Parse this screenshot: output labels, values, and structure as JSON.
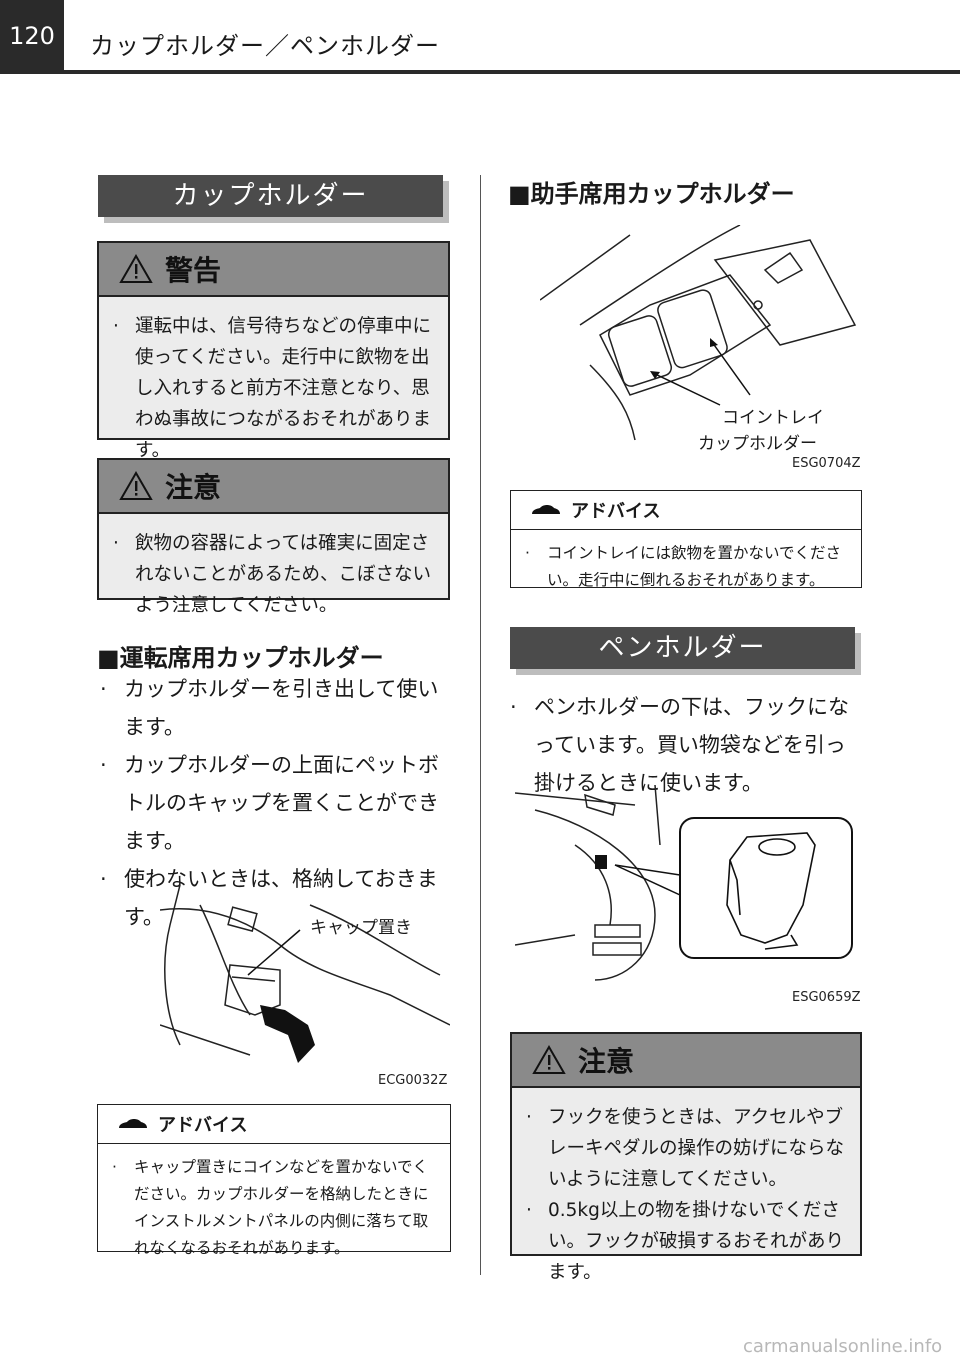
{
  "header": {
    "page_number": "120",
    "title": "カップホルダー／ペンホルダー"
  },
  "left": {
    "banner": "カップホルダー",
    "warning": {
      "title": "警告",
      "items": [
        "運転中は、信号待ちなどの停車中に使ってください。走行中に飲物を出し入れすると前方不注意となり、思わぬ事故につながるおそれがあります。"
      ]
    },
    "caution": {
      "title": "注意",
      "items": [
        "飲物の容器によっては確実に固定されないことがあるため、こぼさないよう注意してください。"
      ]
    },
    "driver_heading": "■運転席用カップホルダー",
    "driver_items": [
      "カップホルダーを引き出して使います。",
      "カップホルダーの上面にペットボトルのキャップを置くことができます。",
      "使わないときは、格納しておきます。"
    ],
    "figure": {
      "label": "キャップ置き",
      "code": "ECG0032Z"
    },
    "advice": {
      "title": "アドバイス",
      "items": [
        "キャップ置きにコインなどを置かないでください。カップホルダーを格納したときにインストルメントパネルの内側に落ちて取れなくなるおそれがあります。"
      ]
    }
  },
  "right": {
    "passenger_heading": "■助手席用カップホルダー",
    "figure": {
      "label_tray": "コイントレイ",
      "label_holder": "カップホルダー",
      "code": "ESG0704Z"
    },
    "advice": {
      "title": "アドバイス",
      "items": [
        "コイントレイには飲物を置かないでください。走行中に倒れるおそれがあります。"
      ]
    },
    "banner": "ペンホルダー",
    "pen_items": [
      "ペンホルダーの下は、フックになっています。買い物袋などを引っ掛けるときに使います。"
    ],
    "figure2": {
      "code": "ESG0659Z"
    },
    "caution": {
      "title": "注意",
      "items": [
        "フックを使うときは、アクセルやブレーキペダルの操作の妨げにならないように注意してください。",
        "0.5kg以上の物を掛けないでください。フックが破損するおそれがあります。"
      ]
    }
  },
  "footer": "carmanualsonline.info",
  "icons": {
    "warning": "warning-triangle-icon",
    "advice": "car-icon"
  }
}
